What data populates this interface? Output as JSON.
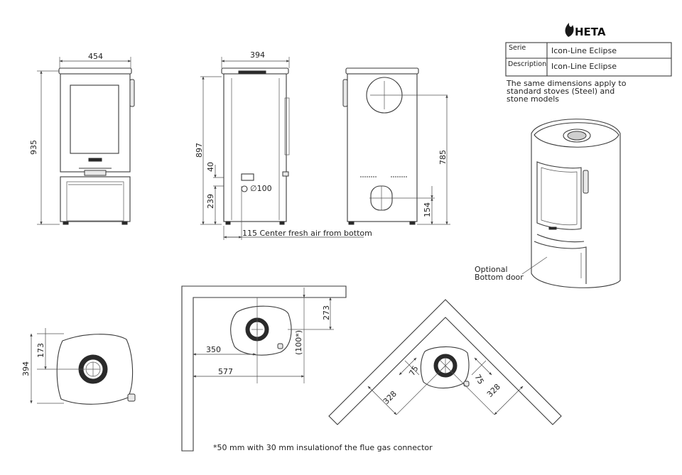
{
  "brand": {
    "name": "HETA"
  },
  "info_table": {
    "rows": [
      {
        "label": "Serie",
        "value": "Icon-Line Eclipse"
      },
      {
        "label": "Description",
        "value": "Icon-Line Eclipse"
      }
    ]
  },
  "note": {
    "lines": [
      "The same dimensions apply to",
      "standard stoves (Steel) and",
      "stone models"
    ]
  },
  "front_view": {
    "width": "454",
    "height": "935"
  },
  "side_view": {
    "width": "394",
    "height": "897",
    "d40": "40",
    "d239": "239",
    "diameter": "∅100",
    "fresh_air": "115 Center fresh air from bottom"
  },
  "back_view": {
    "height": "785",
    "d154": "154"
  },
  "perspective": {
    "label_line1": "Optional",
    "label_line2": "Bottom door"
  },
  "top_view": {
    "depth": "394",
    "center": "173"
  },
  "wall_view": {
    "d273": "273",
    "d100": "(100*)",
    "d350": "350",
    "d577": "577"
  },
  "corner_view": {
    "d75_left": "75",
    "d75_right": "75",
    "d328_left": "328",
    "d328_right": "328"
  },
  "footnote": "*50 mm with 30 mm insulationof the flue gas connector"
}
